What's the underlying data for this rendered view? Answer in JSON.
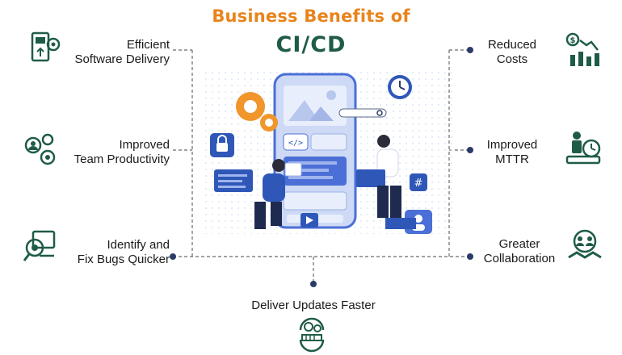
{
  "title": {
    "line1": "Business Benefits of",
    "line2": "CI/CD"
  },
  "benefits": [
    {
      "label": "Efficient\nSoftware Delivery",
      "icon": "software-delivery-icon"
    },
    {
      "label": "Improved\nTeam Productivity",
      "icon": "team-productivity-icon"
    },
    {
      "label": "Identify and\nFix Bugs Quicker",
      "icon": "bug-fix-icon"
    },
    {
      "label": "Reduced\nCosts",
      "icon": "reduced-costs-icon"
    },
    {
      "label": "Improved\nMTTR",
      "icon": "mttr-icon"
    },
    {
      "label": "Greater\nCollaboration",
      "icon": "collaboration-icon"
    },
    {
      "label": "Deliver Updates Faster",
      "icon": "pipeline-icon"
    }
  ],
  "colors": {
    "title_orange": "#e8841c",
    "title_green": "#1f5c47",
    "icon_green": "#1f5c47",
    "accent_blue": "#2f57b8",
    "connector": "#6b6b6b"
  }
}
